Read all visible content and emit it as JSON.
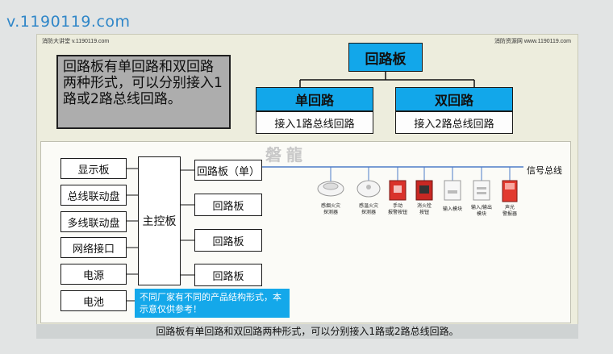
{
  "header": {
    "brand": "v.1190119.com"
  },
  "slide": {
    "top_left": "消防大讲堂 v.1190119.com",
    "top_right": "消防资源网 www.1190119.com",
    "text_box": "回路板有单回路和双回路两种形式，可以分别接入1路或2路总线回路。",
    "tree": {
      "root": "回路板",
      "single": {
        "title": "单回路",
        "desc": "接入1路总线回路"
      },
      "double": {
        "title": "双回路",
        "desc": "接入2路总线回路"
      }
    },
    "diagram": {
      "watermark": "磐龍",
      "left_items": [
        "显示板",
        "总线联动盘",
        "多线联动盘",
        "网络接口",
        "电源",
        "电池"
      ],
      "main": "主控板",
      "loops": [
        "回路板（单）",
        "回路板",
        "回路板",
        "回路板"
      ],
      "bus_label": "信号总线",
      "devices": [
        {
          "icon": "smoke-detector-icon",
          "label": "感烟火灾\n探测器"
        },
        {
          "icon": "heat-detector-icon",
          "label": "感温火灾\n探测器"
        },
        {
          "icon": "manual-alarm-button-icon",
          "label": "手动\n报警按钮"
        },
        {
          "icon": "hydrant-button-icon",
          "label": "消火栓\n按钮"
        },
        {
          "icon": "input-module-icon",
          "label": "输入模块"
        },
        {
          "icon": "io-module-icon",
          "label": "输入/输出\n模块"
        },
        {
          "icon": "sound-light-alarm-icon",
          "label": "声光\n警报器"
        }
      ],
      "note": "不同厂家有不同的产品结构形式，本示意仅供参考！"
    }
  },
  "caption": "回路板有单回路和双回路两种形式，可以分别接入1路或2路总线回路。",
  "colors": {
    "blue": "#12a7ea",
    "brand": "#2f86c8",
    "red": "#d9322b"
  }
}
